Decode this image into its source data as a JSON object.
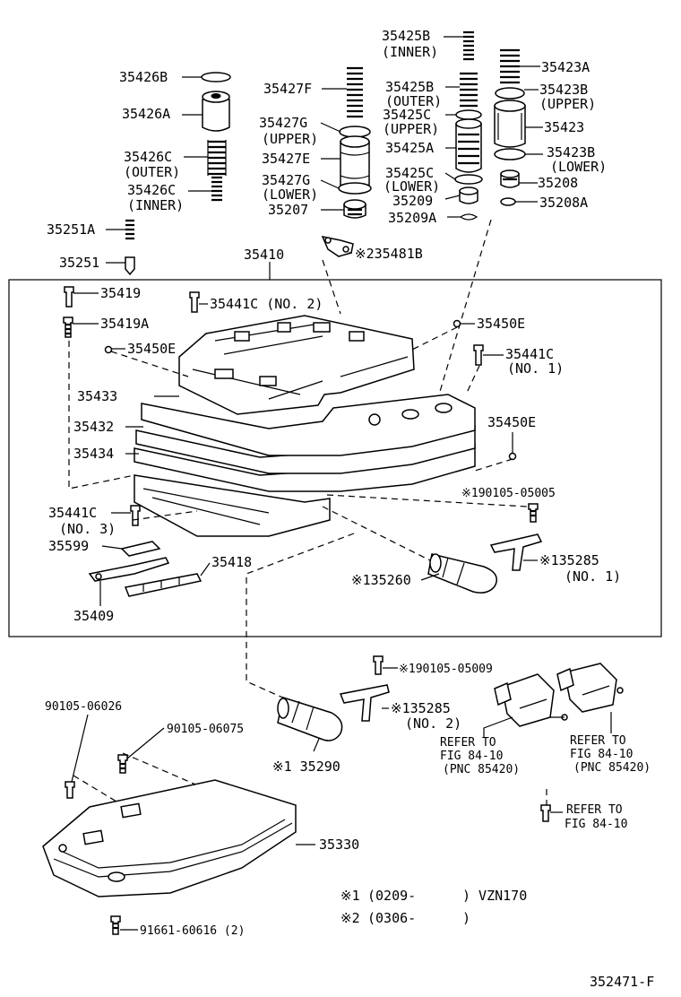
{
  "labels": {
    "l35425B_inner": "35425B",
    "inner_a": "(INNER)",
    "l35426B": "35426B",
    "l35426A": "35426A",
    "l35426C_outer": "35426C",
    "outer_a": "(OUTER)",
    "l35426C_inner": "35426C",
    "inner_b": "(INNER)",
    "l35251A": "35251A",
    "l35251": "35251",
    "l35427F": "35427F",
    "l35427G_upper": "35427G",
    "upper_a": "(UPPER)",
    "l35427E": "35427E",
    "l35427G_lower": "35427G",
    "lower_a": "(LOWER)",
    "l35207": "35207",
    "l35425B_outer": "35425B",
    "outer_b": "(OUTER)",
    "l35425C_upper": "35425C",
    "upper_b": "(UPPER)",
    "l35425A": "35425A",
    "l35425C_lower": "35425C",
    "lower_b": "(LOWER)",
    "l35209": "35209",
    "l35209A": "35209A",
    "l35423A": "35423A",
    "l35423B_upper": "35423B",
    "upper_c": "(UPPER)",
    "l35423": "35423",
    "l35423B_lower": "35423B",
    "lower_c": "(LOWER)",
    "l35208": "35208",
    "l35208A": "35208A",
    "l35410": "35410",
    "l35481B": "※235481B",
    "l35419": "35419",
    "l35419A": "35419A",
    "l35441C_no2": "35441C (NO. 2)",
    "l35450E_a": "35450E",
    "l35450E_b": "35450E",
    "l35441C_no1": "35441C",
    "no1_a": "(NO. 1)",
    "l35433": "35433",
    "l35432": "35432",
    "l35434": "35434",
    "l35450E_c": "35450E",
    "l190105_05005": "※190105-05005",
    "l35441C_no3": "35441C",
    "no3": "(NO. 3)",
    "l35599": "35599",
    "l35418": "35418",
    "l135285_no1": "※135285",
    "no1_b": "(NO. 1)",
    "l135260": "※135260",
    "l35409": "35409",
    "l190105_05009": "※190105-05009",
    "l90105_06026": "90105-06026",
    "l90105_06075": "90105-06075",
    "l135285_no2": "※135285",
    "no2": "(NO. 2)",
    "l135290": "※1 35290",
    "refer1_a": "REFER TO",
    "refer1_b": "FIG 84-10",
    "refer1_c": "(PNC 85420)",
    "refer2_a": "REFER TO",
    "refer2_b": "FIG 84-10",
    "refer2_c": "(PNC 85420)",
    "refer3_a": "REFER TO",
    "refer3_b": "FIG 84-10",
    "l35330": "35330",
    "l91661": "91661-60616 (2)",
    "note1_mark": "※1",
    "note1_text": "(0209-",
    "note1_model": ") VZN170",
    "note2_mark": "※2",
    "note2_text": "(0306-",
    "note2_close": ")",
    "figure_id": "352471-F"
  }
}
